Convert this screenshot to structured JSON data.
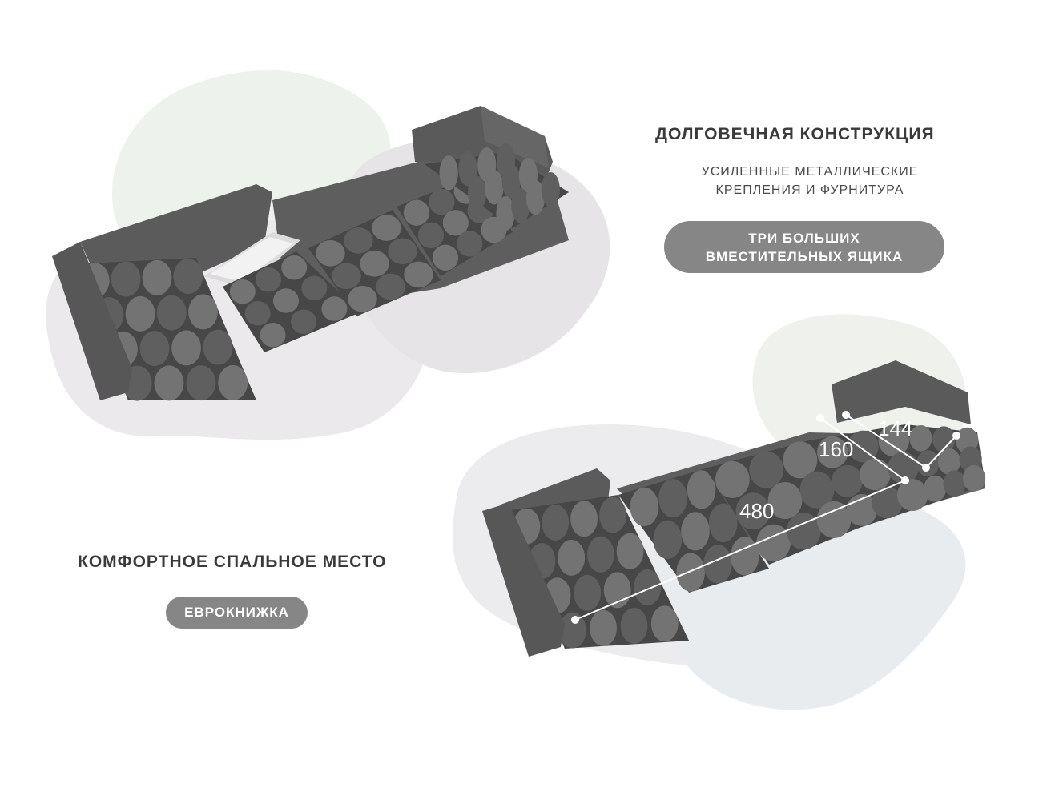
{
  "colors": {
    "sofa_fabric": "#5f5f5f",
    "sofa_shadow": "#474747",
    "sofa_highlight": "#737373",
    "blob_green": "#eef2ec",
    "blob_gray": "#e3e1e3",
    "pill_bg": "#868686",
    "pill_text": "#ffffff",
    "heading_text": "#3a3a3a"
  },
  "feature1": {
    "title": "ДОЛГОВЕЧНАЯ КОНСТРУКЦИЯ",
    "subtitle_line1": "УСИЛЕННЫЕ МЕТАЛЛИЧЕСКИЕ",
    "subtitle_line2": "КРЕПЛЕНИЯ И ФУРНИТУРА",
    "badge_line1": "ТРИ БОЛЬШИХ",
    "badge_line2": "ВМЕСТИТЕЛЬНЫХ ЯЩИКА"
  },
  "feature2": {
    "title": "КОМФОРТНОЕ СПАЛЬНОЕ МЕСТО",
    "badge": "ЕВРОКНИЖКА"
  },
  "dimensions": {
    "length": "480",
    "depth": "160",
    "chaise_depth": "144"
  }
}
